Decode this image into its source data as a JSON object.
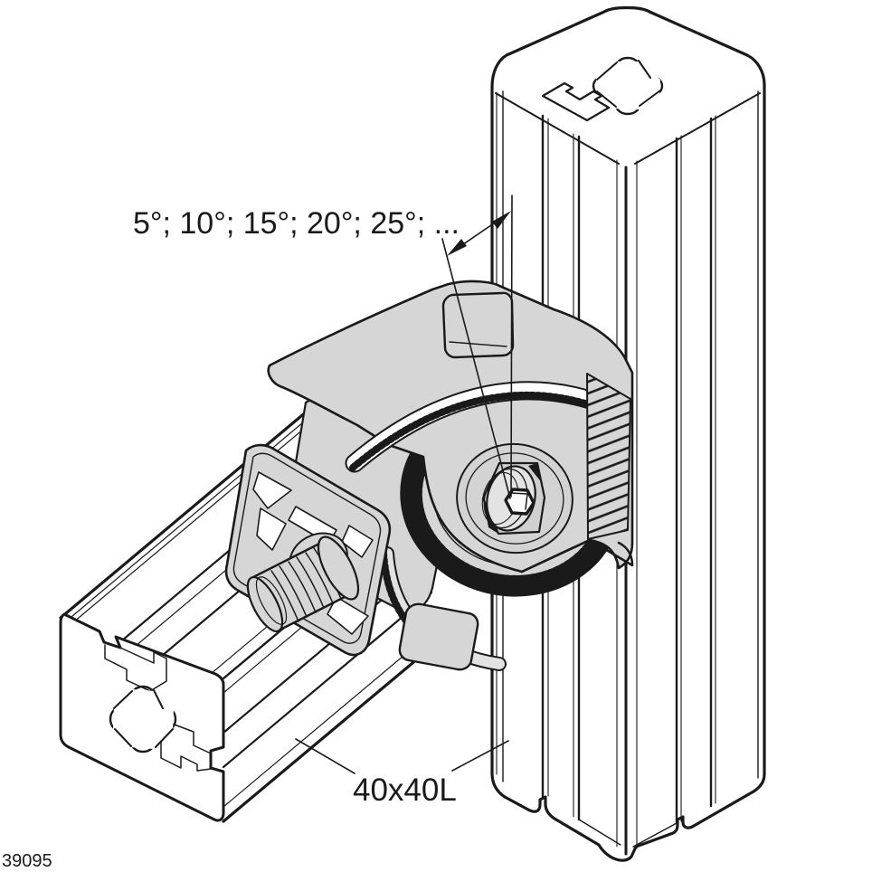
{
  "figure": {
    "type": "technical-illustration",
    "subject": "pivot joint connecting two aluminum strut profiles",
    "labels": {
      "angle_steps": "5°; 10°; 15°; 20°; 25°; ...",
      "profile_size": "40x40L",
      "figure_number": "39095"
    },
    "colors": {
      "line": "#1a1a1a",
      "part_fill": "#d6d6d6",
      "bolt_fill": "#e3e3e3",
      "background": "#ffffff"
    }
  }
}
